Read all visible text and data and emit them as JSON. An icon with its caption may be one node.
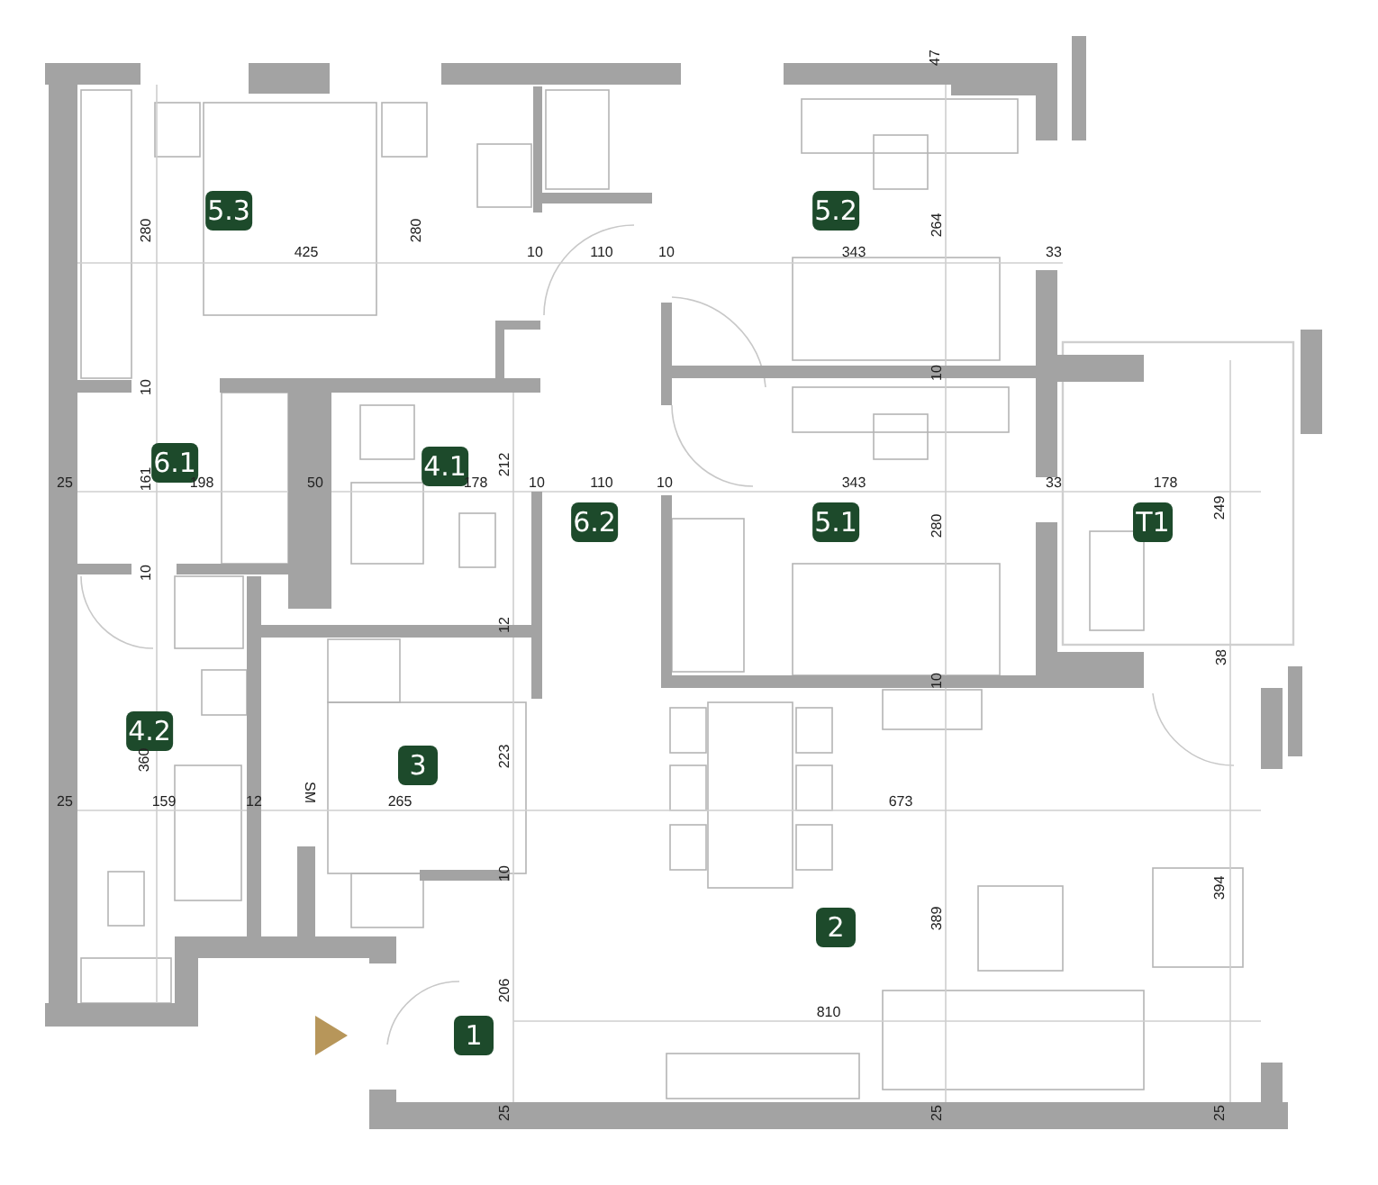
{
  "diagram": {
    "nodes": [
      {
        "text": [
          "5.3"
        ]
      },
      {
        "text": [
          "5.2"
        ]
      },
      {
        "text": [
          "6.1"
        ]
      },
      {
        "text": [
          "4.1"
        ]
      },
      {
        "text": [
          "6.2"
        ]
      },
      {
        "text": [
          "5.1"
        ]
      },
      {
        "text": [
          "T1"
        ]
      },
      {
        "text": [
          "4.2"
        ]
      },
      {
        "text": [
          "3"
        ]
      },
      {
        "text": [
          "2"
        ]
      },
      {
        "text": [
          "1"
        ]
      }
    ],
    "labels": [
      "47",
      "280",
      "280",
      "264",
      "425",
      "10",
      "110",
      "10",
      "343",
      "33",
      "10",
      "10",
      "212",
      "161",
      "25",
      "198",
      "50",
      "178",
      "10",
      "110",
      "10",
      "343",
      "33",
      "178",
      "249",
      "280",
      "10",
      "12",
      "38",
      "10",
      "360",
      "223",
      "SM",
      "25",
      "159",
      "12",
      "265",
      "673",
      "10",
      "394",
      "389",
      "206",
      "810",
      "25",
      "25",
      "25"
    ]
  }
}
